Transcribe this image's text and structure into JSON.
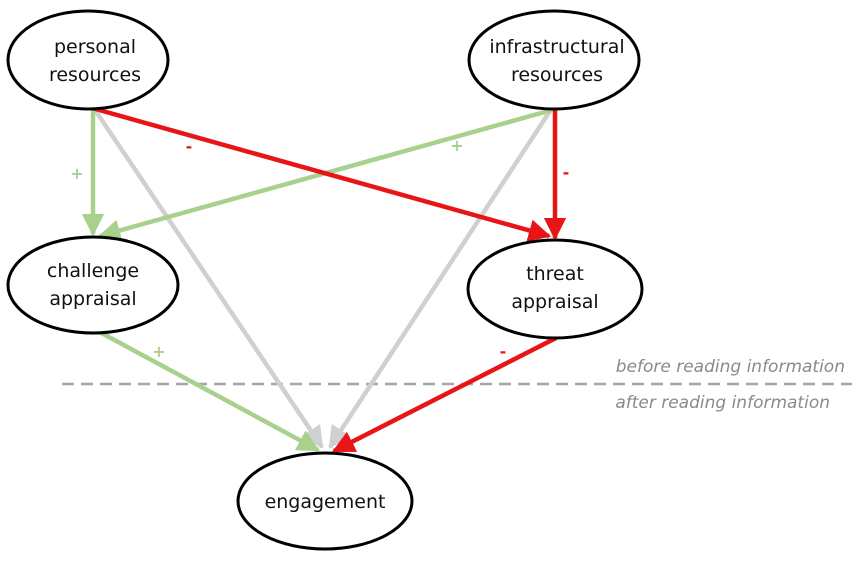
{
  "nodes": {
    "personal_resources": {
      "line1": "personal",
      "line2": "resources"
    },
    "infrastructural_resources": {
      "line1": "infrastructural",
      "line2": "resources"
    },
    "challenge_appraisal": {
      "line1": "challenge",
      "line2": "appraisal"
    },
    "threat_appraisal": {
      "line1": "threat",
      "line2": "appraisal"
    },
    "engagement": {
      "line1": "engagement"
    }
  },
  "edges": [
    {
      "from": "personal_resources",
      "to": "challenge_appraisal",
      "effect": "positive",
      "sign": "+"
    },
    {
      "from": "personal_resources",
      "to": "threat_appraisal",
      "effect": "negative",
      "sign": "-"
    },
    {
      "from": "personal_resources",
      "to": "engagement",
      "effect": "neutral",
      "sign": ""
    },
    {
      "from": "infrastructural_resources",
      "to": "challenge_appraisal",
      "effect": "positive",
      "sign": "+"
    },
    {
      "from": "infrastructural_resources",
      "to": "threat_appraisal",
      "effect": "negative",
      "sign": "-"
    },
    {
      "from": "infrastructural_resources",
      "to": "engagement",
      "effect": "neutral",
      "sign": ""
    },
    {
      "from": "challenge_appraisal",
      "to": "engagement",
      "effect": "positive",
      "sign": "+"
    },
    {
      "from": "threat_appraisal",
      "to": "engagement",
      "effect": "negative",
      "sign": "-"
    }
  ],
  "phase_divider": {
    "before_label": "before reading information",
    "after_label": "after reading information"
  },
  "colors": {
    "positive": "#a9d18e",
    "negative": "#e81416",
    "neutral": "#d0d0d0",
    "divider": "#a6a6a6",
    "node_stroke": "#000000"
  }
}
